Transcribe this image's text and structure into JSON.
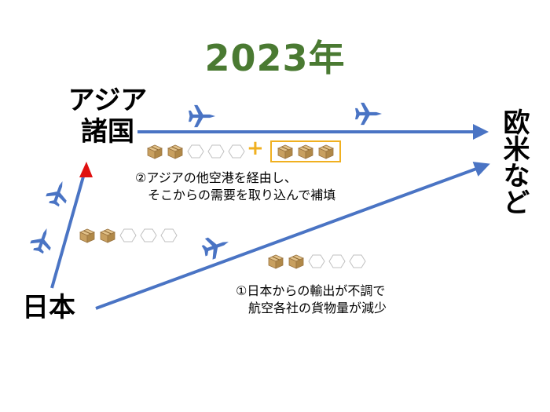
{
  "title": "2023年",
  "regions": {
    "asia": [
      "アジア",
      "諸国"
    ],
    "japan": "日本",
    "west": "欧米など"
  },
  "notes": {
    "asia_route": [
      "②アジアの他空港を経由し、",
      "そこからの需要を取り込んで補填"
    ],
    "japan_route": [
      "①日本からの輸出が不調で",
      "航空各社の貨物量が減少"
    ]
  },
  "plus_sign": "+",
  "cargo_levels": {
    "asia_to_west": {
      "filled": 2,
      "total": 5
    },
    "asia_extra": {
      "filled": 3,
      "total": 3
    },
    "japan_to_asia": {
      "filled": 2,
      "total": 5
    },
    "japan_to_west": {
      "filled": 2,
      "total": 5
    }
  },
  "colors": {
    "title": "#4a7a32",
    "arrow": "#4a74c4",
    "arrow_head_asia": "#e01010",
    "highlight": "#f0b020",
    "box": "#c8a060"
  },
  "icons": [
    "airplane-icon",
    "cardboard-box-icon",
    "empty-hexagon-icon"
  ]
}
